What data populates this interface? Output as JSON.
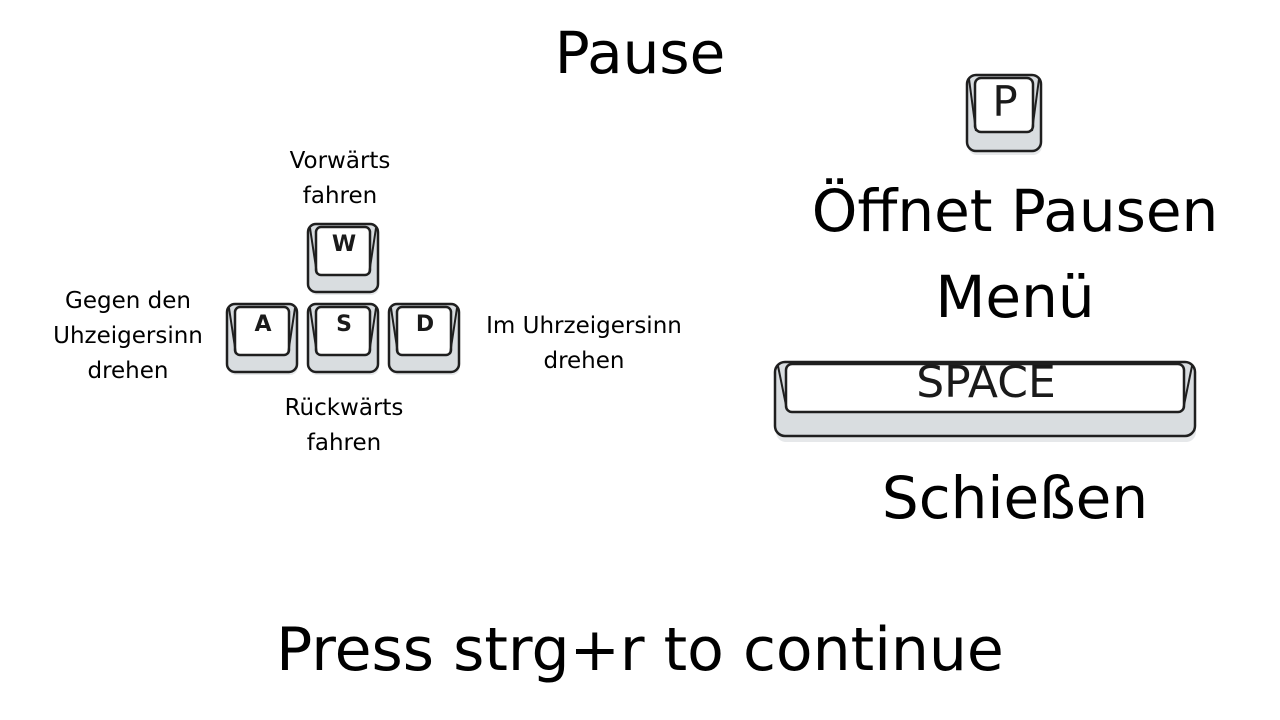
{
  "screen": {
    "title": "Pause",
    "continue_hint": "Press strg+r to continue"
  },
  "controls": {
    "keys": {
      "w": "W",
      "a": "A",
      "s": "S",
      "d": "D",
      "p": "P",
      "space": "SPACE"
    },
    "labels": {
      "forward_line1": "Vorwärts",
      "forward_line2": "fahren",
      "backward_line1": "Rückwärts",
      "backward_line2": "fahren",
      "ccw_line1": "Gegen den",
      "ccw_line2": "Uhzeigersinn",
      "ccw_line3": "drehen",
      "cw_line1": "Im Uhrzeigersinn",
      "cw_line2": "drehen",
      "pause_line1": "Öffnet Pausen",
      "pause_line2": "Menü",
      "shoot": "Schießen"
    }
  },
  "colors": {
    "background": "#ffffff",
    "key_face": "#ffffff",
    "key_side": "#d9dde0",
    "key_outline": "#1f1f1f",
    "key_shadow": "#e6e8ea",
    "text": "#000000"
  }
}
